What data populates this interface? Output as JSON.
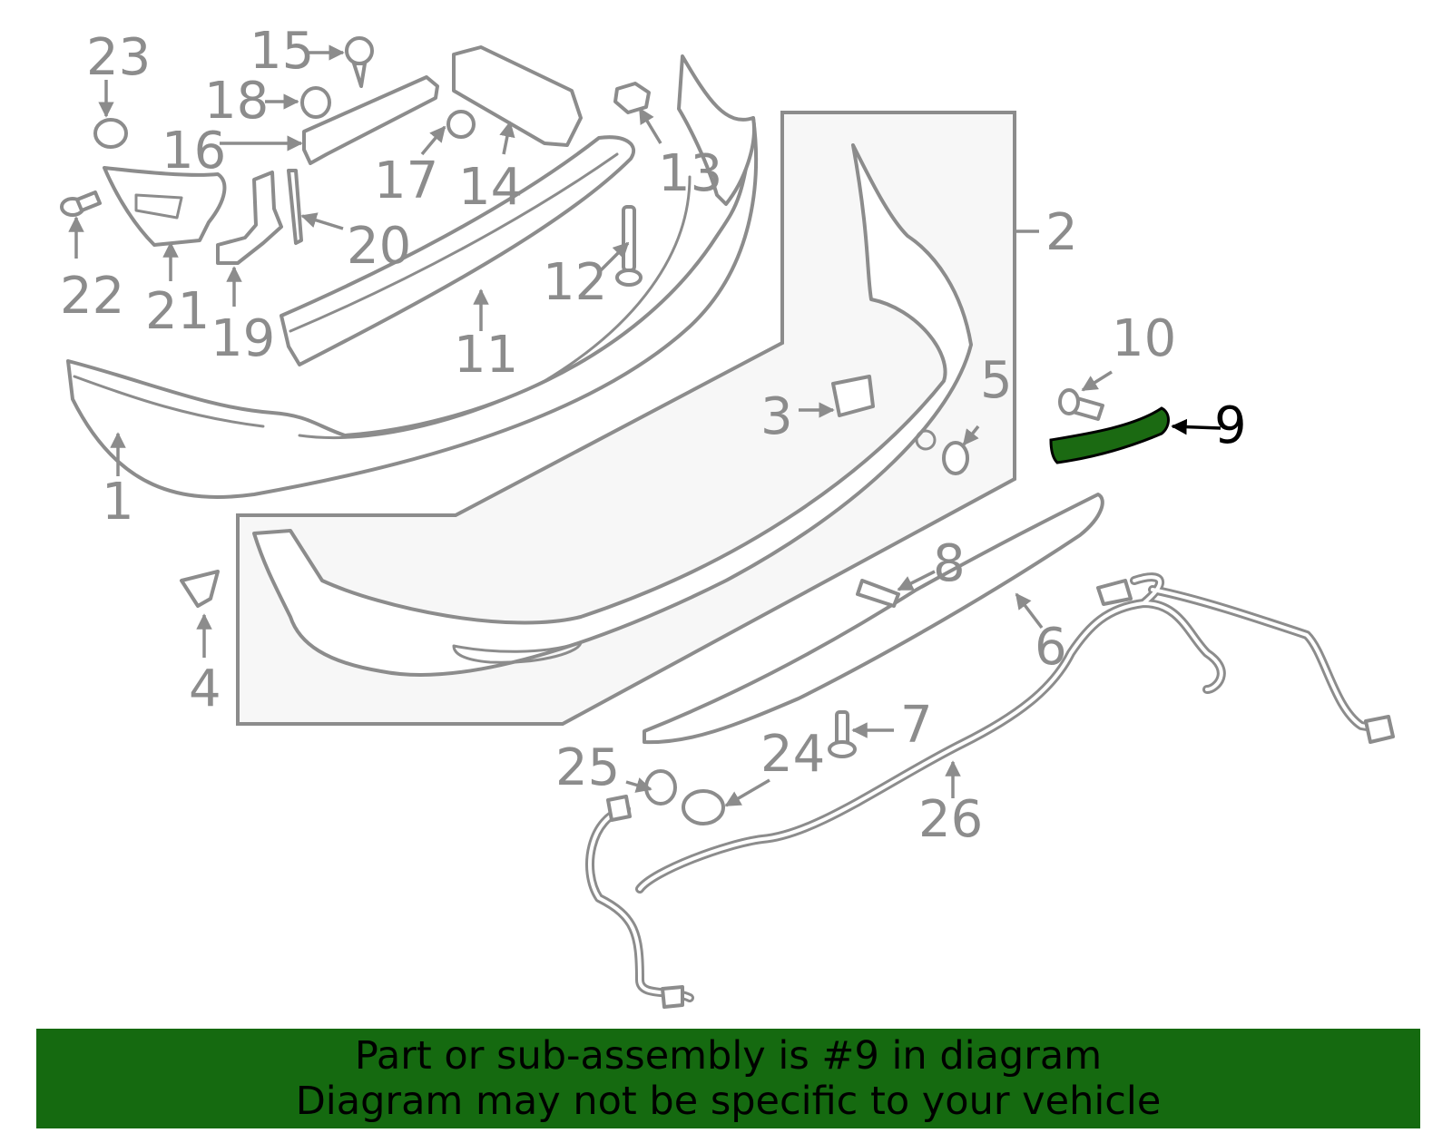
{
  "colors": {
    "highlight": "#1b6a12",
    "banner_bg": "#156a10",
    "part_stroke": "#8c8c8c",
    "label_gray": "#8c8c8c"
  },
  "highlighted_part": "9",
  "callouts": [
    "1",
    "2",
    "3",
    "4",
    "5",
    "6",
    "7",
    "8",
    "9",
    "10",
    "11",
    "12",
    "13",
    "14",
    "15",
    "16",
    "17",
    "18",
    "19",
    "20",
    "21",
    "22",
    "23",
    "24",
    "25",
    "26"
  ],
  "banner": {
    "line1": "Part or sub-assembly is #9 in diagram",
    "line2": "Diagram may not be specific to your vehicle"
  }
}
